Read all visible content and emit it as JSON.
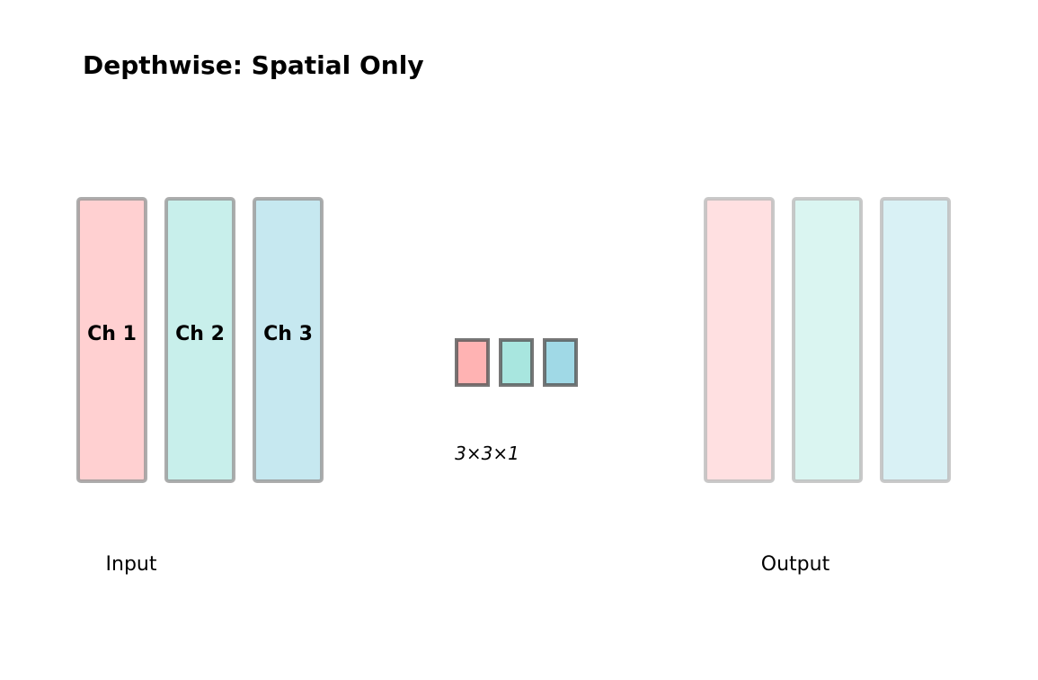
{
  "title": "Depthwise: Spatial Only",
  "input": {
    "label": "Input",
    "channels": [
      {
        "label": "Ch 1",
        "fill": "#ffd0d1"
      },
      {
        "label": "Ch 2",
        "fill": "#c8efeb"
      },
      {
        "label": "Ch 3",
        "fill": "#c6e8f0"
      }
    ]
  },
  "kernels": {
    "label": "3×3×1",
    "fills": [
      "#ffb3b3",
      "#a8e6df",
      "#a0d9e6"
    ]
  },
  "output": {
    "label": "Output",
    "fills": [
      "#ffe0e1",
      "#daf5f1",
      "#d9f1f5"
    ]
  }
}
